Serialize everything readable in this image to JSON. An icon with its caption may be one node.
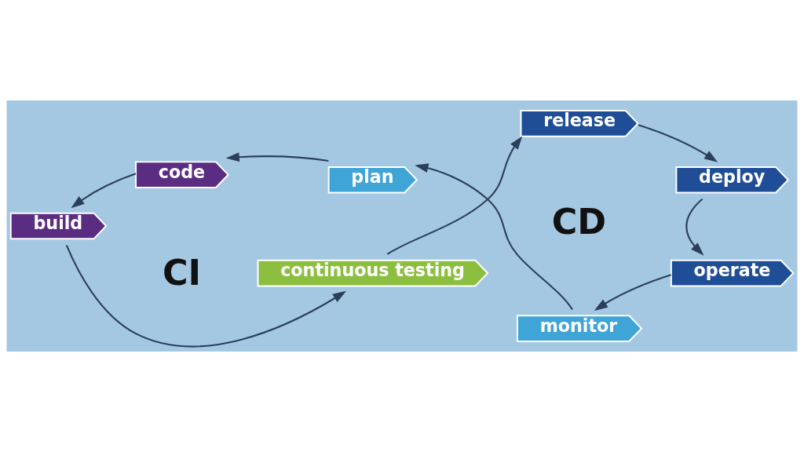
{
  "diagram": {
    "nodes": [
      {
        "text": [
          "plan"
        ]
      },
      {
        "text": [
          "code"
        ]
      },
      {
        "text": [
          "build"
        ]
      },
      {
        "text": [
          "continuous testing"
        ]
      },
      {
        "text": [
          "release"
        ]
      },
      {
        "text": [
          "deploy"
        ]
      },
      {
        "text": [
          "operate"
        ]
      },
      {
        "text": [
          "monitor"
        ]
      }
    ],
    "edges": [
      {
        "from": 0,
        "to": 1,
        "arrow": "to"
      },
      {
        "from": 1,
        "to": 2,
        "arrow": "to"
      },
      {
        "from": 2,
        "to": 3,
        "arrow": "to"
      },
      {
        "from": 3,
        "to": 4,
        "arrow": "to"
      },
      {
        "from": 4,
        "to": 5,
        "arrow": "to"
      },
      {
        "from": 5,
        "to": 6,
        "arrow": "to"
      },
      {
        "from": 6,
        "to": 7,
        "arrow": "to"
      },
      {
        "from": 7,
        "to": 0,
        "arrow": "to"
      }
    ],
    "labels": [
      "CI",
      "CD"
    ]
  }
}
